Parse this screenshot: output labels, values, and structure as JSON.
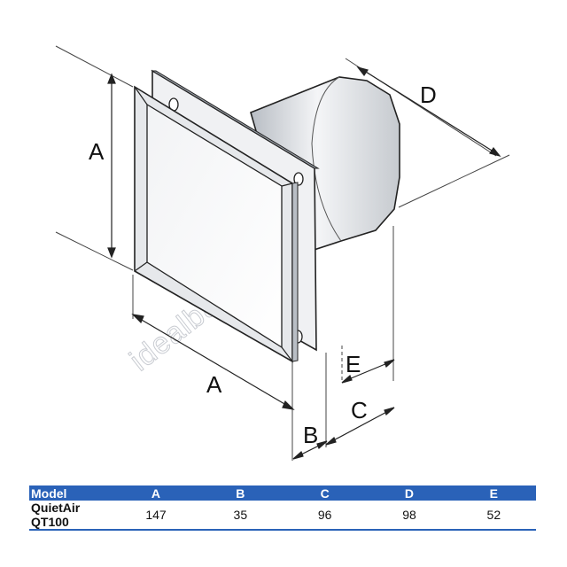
{
  "diagram": {
    "dimension_labels": {
      "a_height": "A",
      "a_width": "A",
      "b": "B",
      "c": "C",
      "d": "D",
      "e": "E"
    },
    "watermark": "idealbathrooms.com"
  },
  "spec_table": {
    "headers": [
      "Model",
      "A",
      "B",
      "C",
      "D",
      "E"
    ],
    "rows": [
      [
        "QuietAir QT100",
        "147",
        "35",
        "96",
        "98",
        "52"
      ]
    ]
  },
  "colors": {
    "table_header": "#2a62b8",
    "line": "#222222",
    "watermark": "#c9ccd2"
  }
}
